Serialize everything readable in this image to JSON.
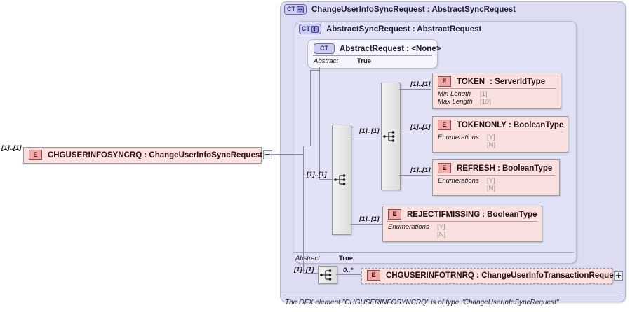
{
  "diagram": {
    "root_element": {
      "tag": "E",
      "label": "CHGUSERINFOSYNCRQ : ChangeUserInfoSyncRequest",
      "multiplicity": "[1]..[1]",
      "expander": "minus"
    },
    "containers": [
      {
        "tag": "CT",
        "tag_state": "plus",
        "title": "ChangeUserInfoSyncRequest : AbstractSyncRequest"
      },
      {
        "tag": "CT",
        "tag_state": "plus",
        "title": "AbstractSyncRequest : AbstractRequest"
      }
    ],
    "type_box": {
      "tag": "CT",
      "title": "AbstractRequest : <None>",
      "facets": [
        {
          "key": "Abstract",
          "value": "True"
        }
      ]
    },
    "abstract_footer": {
      "key": "Abstract",
      "value": "True"
    },
    "compositors": [
      {
        "name": "outer-sequence",
        "type": "sequence"
      },
      {
        "name": "inner-sequence",
        "type": "sequence"
      },
      {
        "name": "bottom-sequence",
        "type": "sequence"
      }
    ],
    "elements": [
      {
        "tag": "E",
        "name": "TOKEN",
        "type": " : ServerIdType",
        "multiplicity": "[1]..[1]",
        "facets": [
          {
            "key": "Min Length",
            "value": "[1]"
          },
          {
            "key": "Max Length",
            "value": "[10]"
          }
        ]
      },
      {
        "tag": "E",
        "name": "TOKENONLY",
        "type": " : BooleanType",
        "multiplicity": "[1]..[1]",
        "facets": [
          {
            "key": "Enumerations",
            "value": "[Y]"
          },
          {
            "key": "",
            "value": "[N]"
          }
        ]
      },
      {
        "tag": "E",
        "name": "REFRESH",
        "type": " : BooleanType",
        "multiplicity": "[1]..[1]",
        "facets": [
          {
            "key": "Enumerations",
            "value": "[Y]"
          },
          {
            "key": "",
            "value": "[N]"
          }
        ]
      },
      {
        "tag": "E",
        "name": "REJECTIFMISSING",
        "type": " : BooleanType",
        "multiplicity": "[1]..[1]",
        "facets": [
          {
            "key": "Enumerations",
            "value": "[Y]"
          },
          {
            "key": "",
            "value": "[N]"
          }
        ]
      }
    ],
    "transaction_element": {
      "tag": "E",
      "label": "CHGUSERINFOTRNRQ : ChangeUserInfoTransactionRequest",
      "multiplicity_left": "[1]..[1]",
      "multiplicity_right": "0..*",
      "expander": "plus"
    },
    "note": "The OFX element \"CHGUSERINFOSYNCRQ\" is of type \"ChangeUserInfoSyncRequest\"",
    "colors": {
      "element_fill": "#fbe0e0",
      "element_tag": "#f0a8a8",
      "container_fill": "#dcdcf2",
      "container_tag": "#ccccf0",
      "line": "#8a8aa8"
    }
  }
}
